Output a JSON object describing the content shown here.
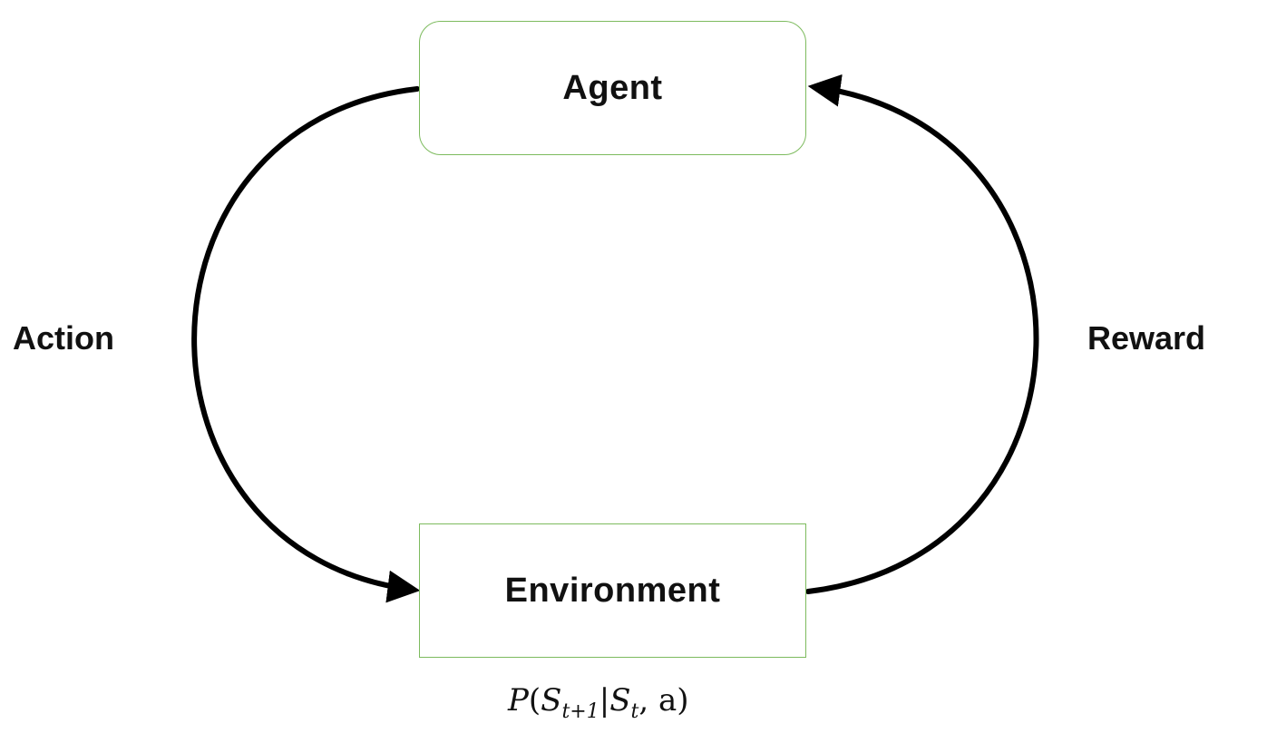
{
  "diagram": {
    "nodes": {
      "agent": {
        "label": "Agent"
      },
      "environment": {
        "label": "Environment"
      }
    },
    "edges": {
      "action": {
        "label": "Action",
        "from": "agent",
        "to": "environment"
      },
      "reward": {
        "label": "Reward",
        "from": "environment",
        "to": "agent"
      }
    },
    "formula": {
      "P": "P",
      "open_paren": "(",
      "S1": "S",
      "S1_sub": "t+1",
      "bar": "|",
      "S2": "S",
      "S2_sub": "t",
      "comma": ",",
      "a": "a",
      "close_paren": ")"
    },
    "colors": {
      "box_border": "#7dbb5e",
      "arrow": "#000000",
      "text": "#111111"
    }
  }
}
